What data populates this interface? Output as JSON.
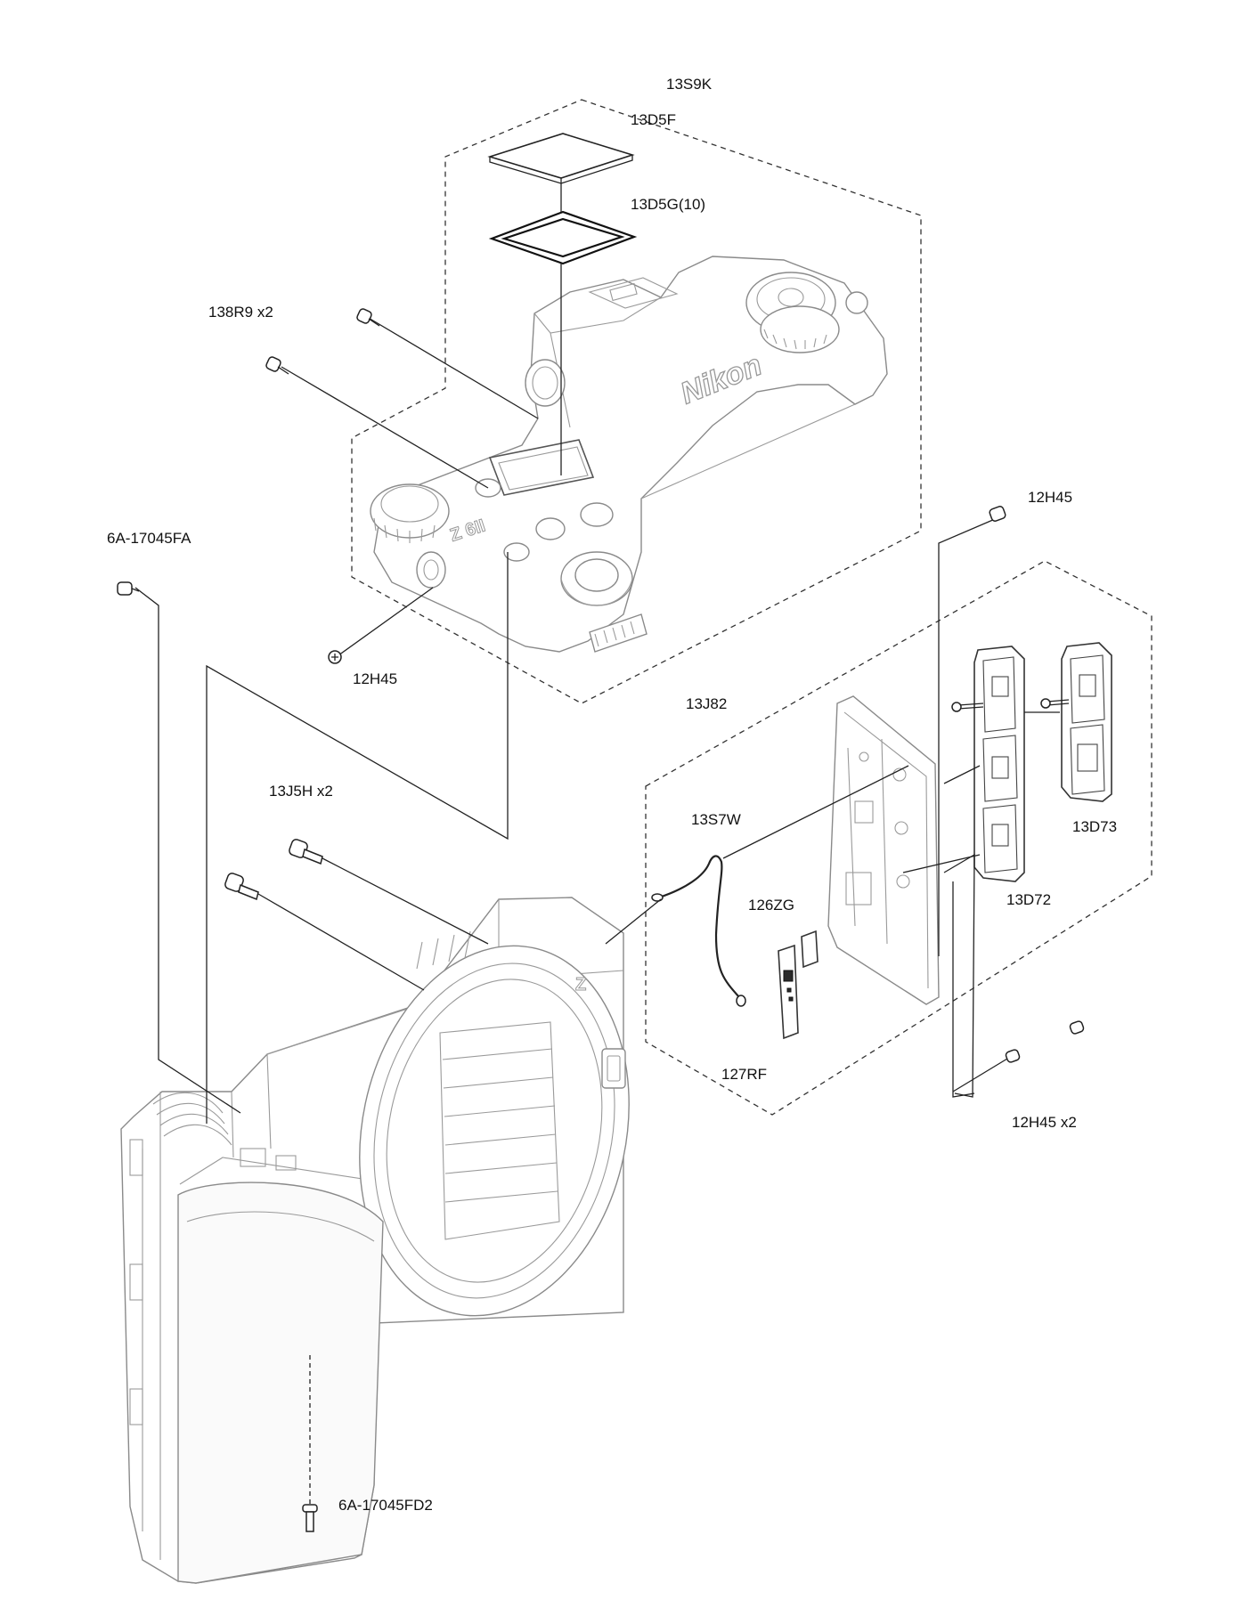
{
  "labels": {
    "top_cover_assembly": "13S9K",
    "lcd_window": "13D5F",
    "lcd_tape": "13D5G(10)",
    "top_screws": "138R9 x2",
    "top_front_screw": "12H45",
    "left_long_screw": "6A-17045FA",
    "body_screws": "13J5H x2",
    "side_assembly": "13J82",
    "side_screw_top": "12H45",
    "cable": "13S7W",
    "small_part": "126ZG",
    "pcb": "127RF",
    "cover_small": "13D72",
    "cover_large": "13D73",
    "side_screws": "12H45 x2",
    "bottom_screw": "6A-17045FD2"
  },
  "markings": {
    "brand": "Nikon",
    "model": "Z 6II",
    "mount_badge": "Z"
  }
}
